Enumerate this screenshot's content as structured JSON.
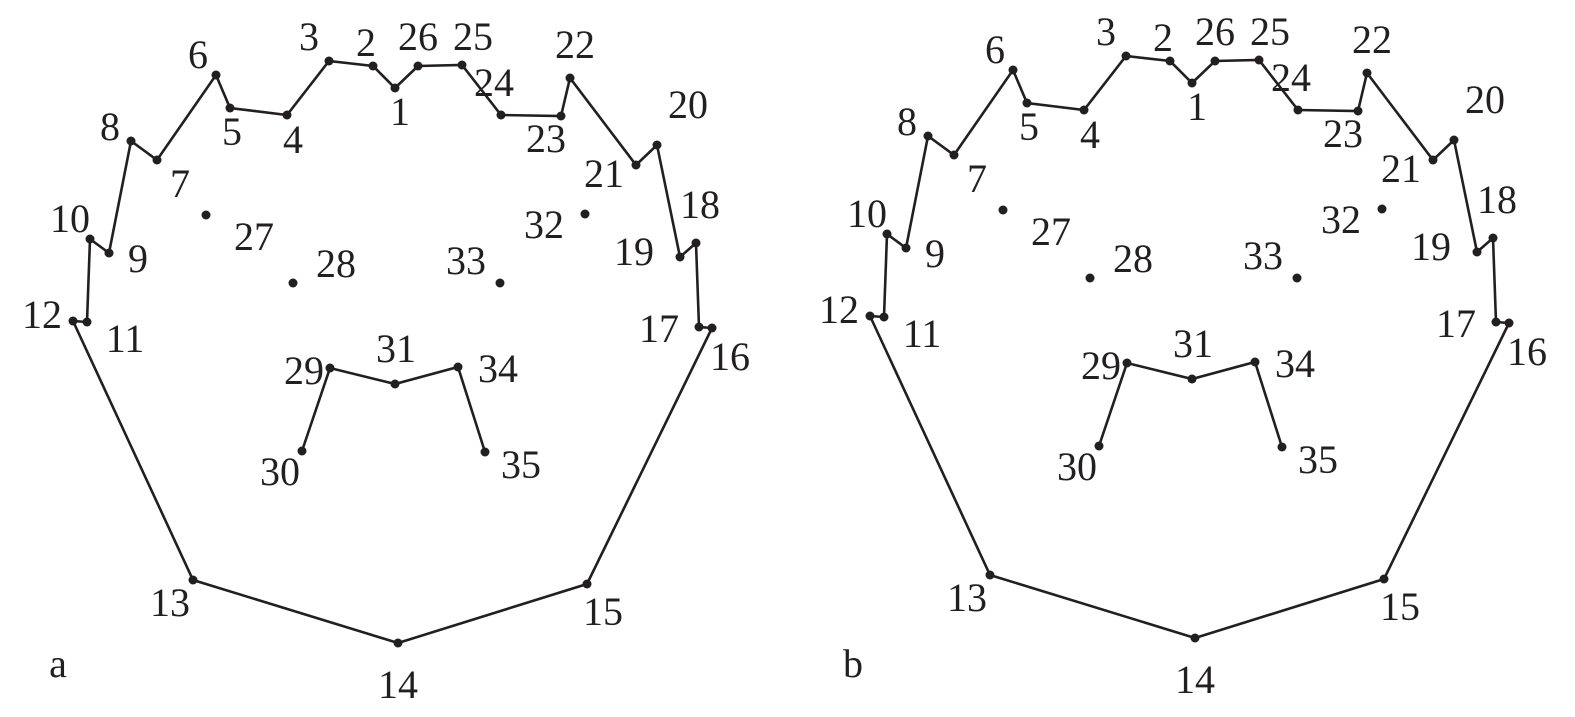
{
  "panels": [
    {
      "label": "a"
    },
    {
      "label": "b"
    }
  ],
  "landmark_labels": [
    "1",
    "2",
    "3",
    "4",
    "5",
    "6",
    "7",
    "8",
    "9",
    "10",
    "11",
    "12",
    "13",
    "14",
    "15",
    "16",
    "17",
    "18",
    "19",
    "20",
    "21",
    "22",
    "23",
    "24",
    "25",
    "26",
    "27",
    "28",
    "29",
    "30",
    "31",
    "32",
    "33",
    "34",
    "35"
  ],
  "outline_path": [
    "12",
    "13",
    "14",
    "15",
    "16",
    "17",
    "18",
    "19",
    "20",
    "21",
    "22",
    "23",
    "24",
    "25",
    "26",
    "1",
    "2",
    "3",
    "4",
    "5",
    "6",
    "7",
    "8",
    "9",
    "10",
    "11",
    "12"
  ],
  "mouth_path": [
    "30",
    "29",
    "31",
    "34",
    "35"
  ],
  "colors": {
    "ink": "#231f20",
    "background": "#ffffff"
  }
}
